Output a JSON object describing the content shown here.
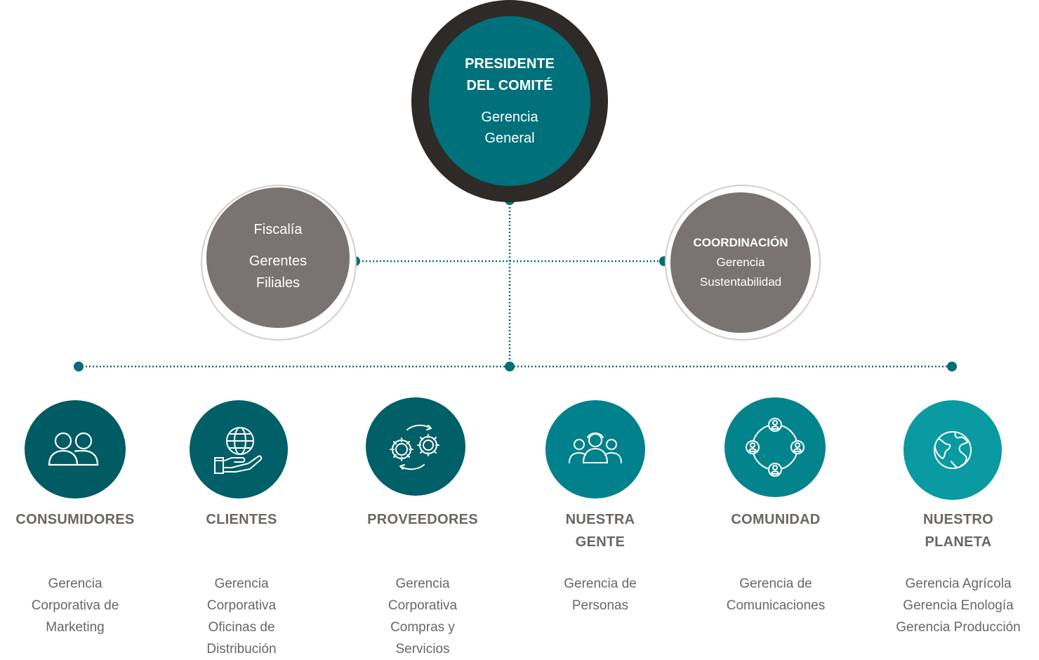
{
  "president": {
    "title": "PRESIDENTE DEL COMITÉ",
    "subtitle": "Gerencia General"
  },
  "fiscalia": {
    "line1": "Fiscalía",
    "line2": "Gerentes Filiales"
  },
  "coordinacion": {
    "title": "COORDINACIÓN",
    "subtitle": "Gerencia Sustentabilidad"
  },
  "stakeholders": [
    {
      "label": "CONSUMIDORES",
      "desc": "Gerencia Corporativa de Marketing",
      "icon": "people-icon",
      "color": "#005b62"
    },
    {
      "label": "CLIENTES",
      "desc": "Gerencia Corporativa Oficinas de Distribución",
      "icon": "globe-hand-icon",
      "color": "#005f67"
    },
    {
      "label": "PROVEEDORES",
      "desc": "Gerencia Corporativa Compras y Servicios",
      "icon": "gears-icon",
      "color": "#005f67"
    },
    {
      "label": "NUESTRA GENTE",
      "desc": "Gerencia de Personas",
      "icon": "team-icon",
      "color": "#00818b"
    },
    {
      "label": "COMUNIDAD",
      "desc": "Gerencia de Comunicaciones",
      "icon": "community-cycle-icon",
      "color": "#03848d"
    },
    {
      "label": "NUESTRO PLANETA",
      "desc": "Gerencia Agrícola Gerencia Enología Gerencia Producción",
      "icon": "earth-icon",
      "color": "#0a9aa1"
    }
  ],
  "colors": {
    "connector": "#006f78",
    "president_ring": "#2d2a27",
    "president_core": "#00707a",
    "side_core": "#797471",
    "text": "#6b6663"
  }
}
